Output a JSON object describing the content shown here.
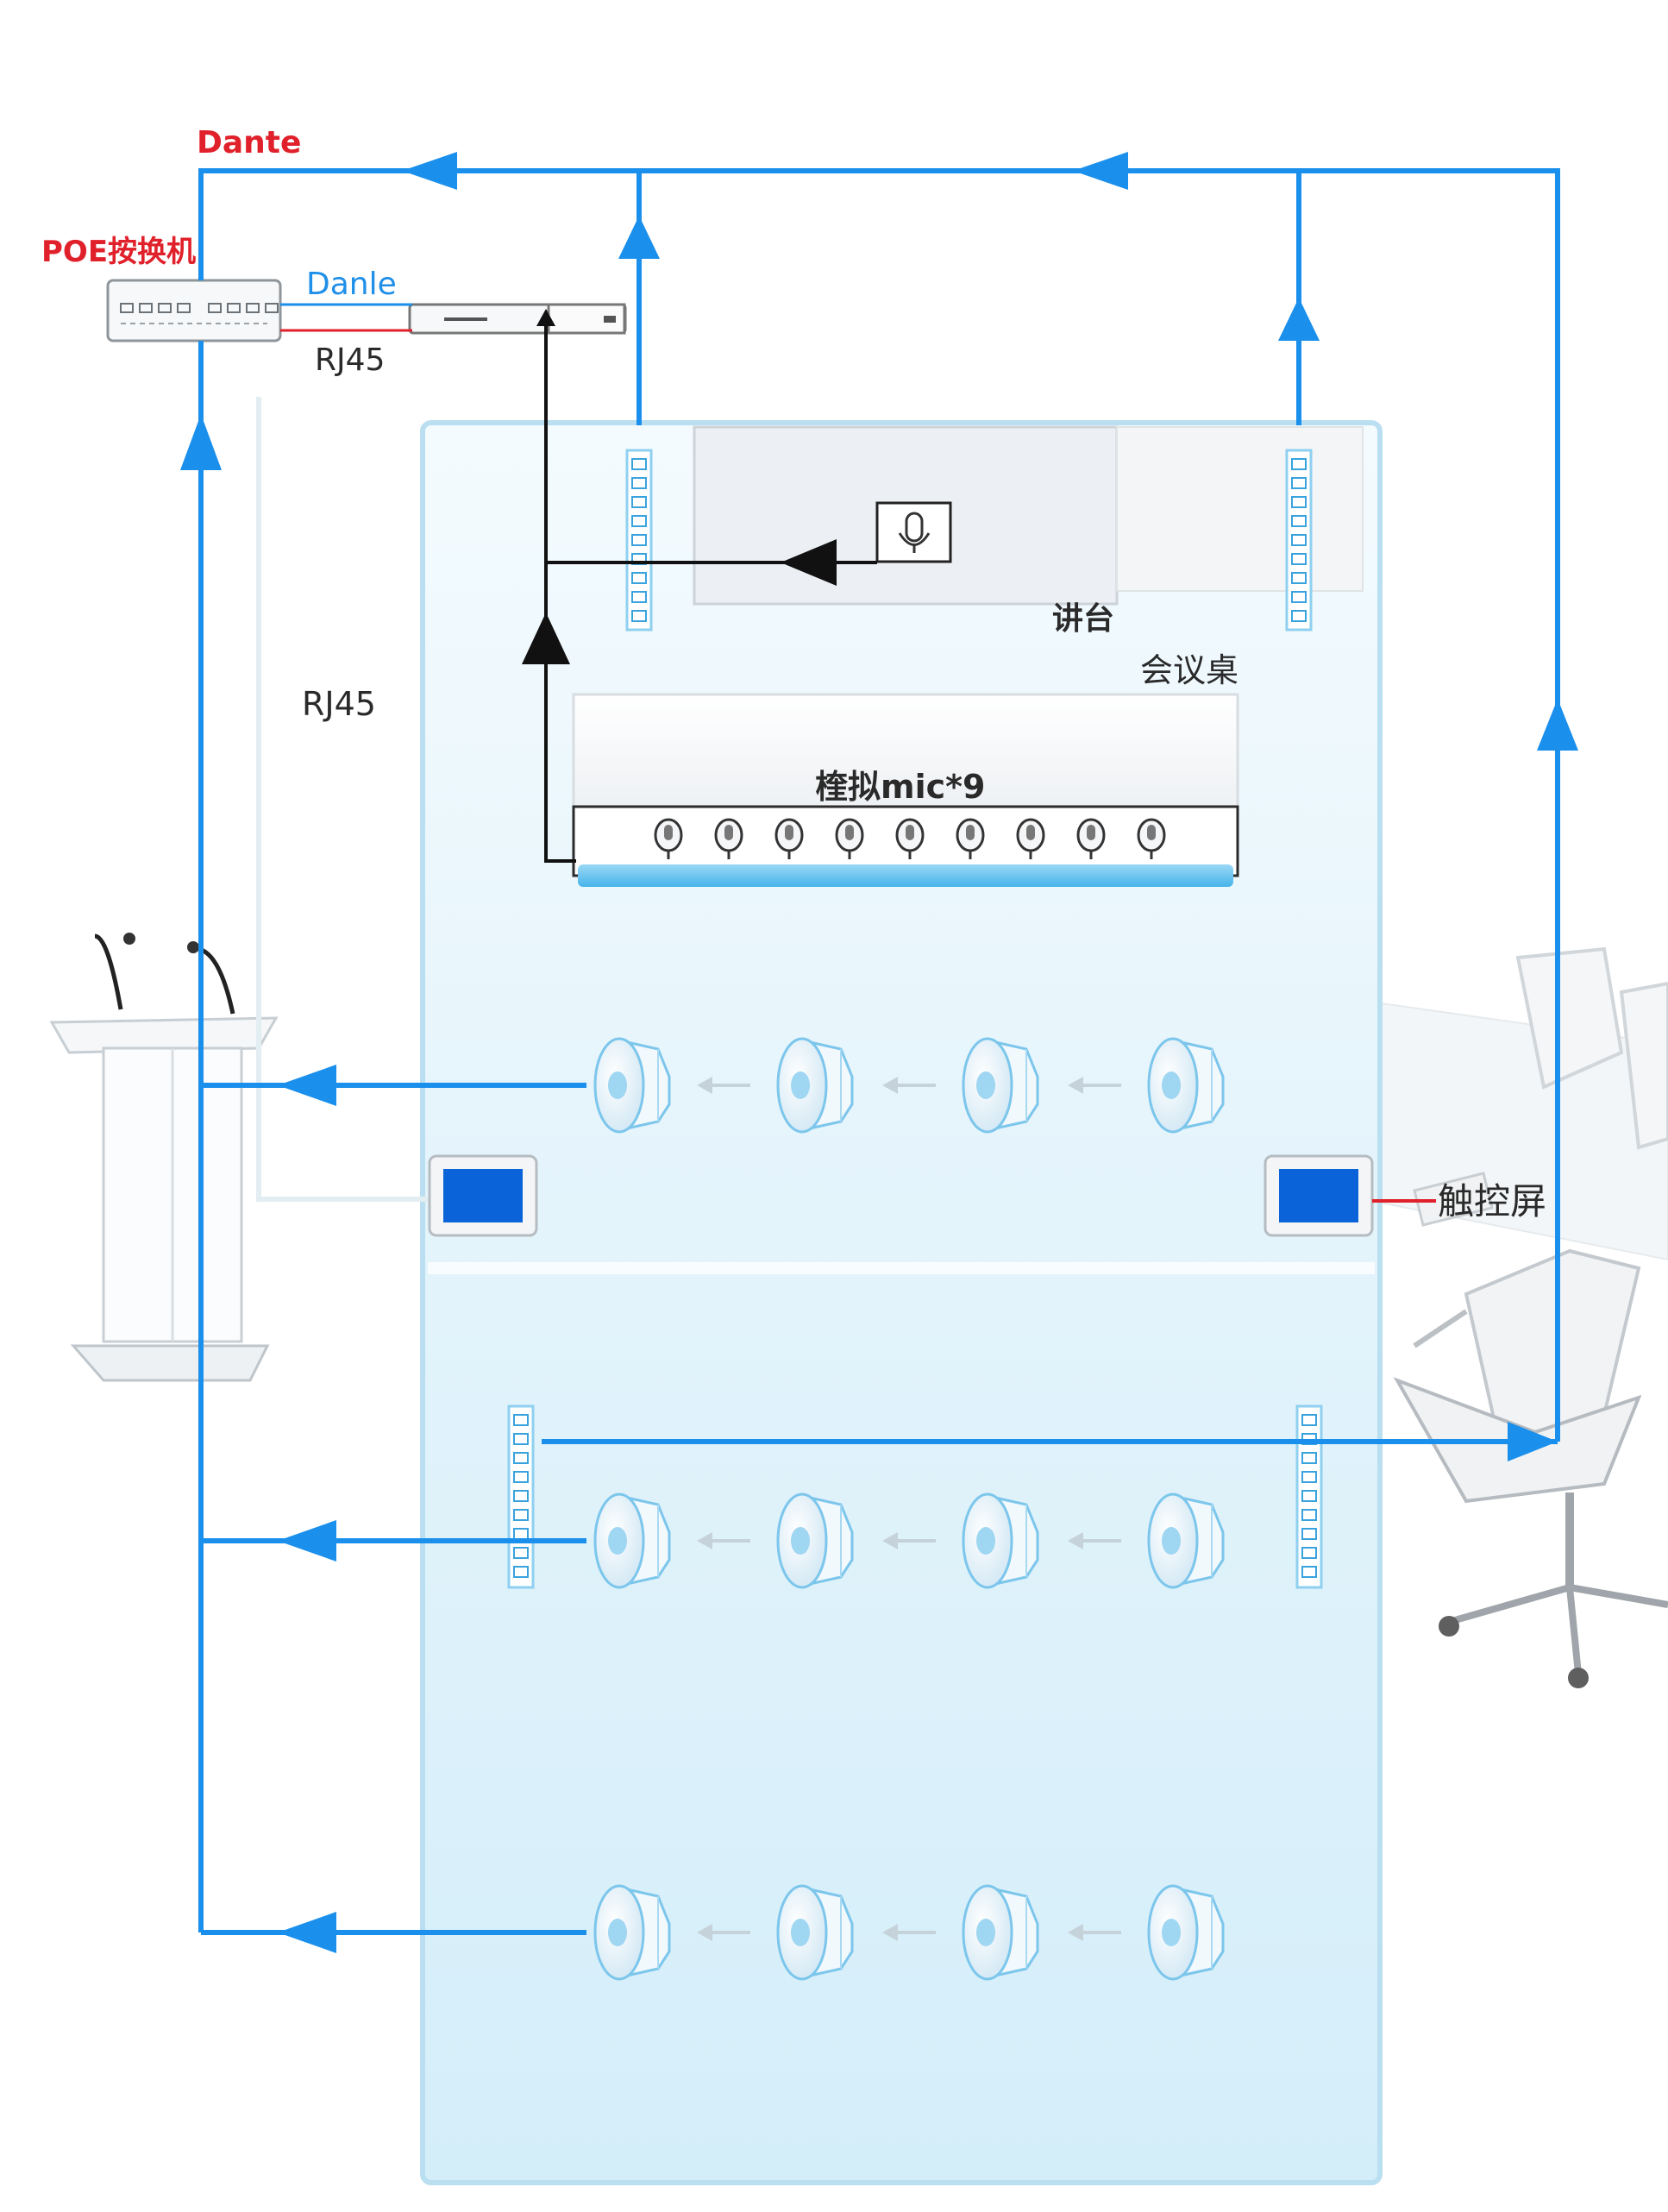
{
  "labels": {
    "dante_top": "Dante",
    "poe_switch": "POE按换机",
    "dante_switch": "Danle",
    "rj45_top": "RJ45",
    "rj45_left": "RJ45",
    "podium": "讲台",
    "conference_table": "会议桌",
    "analog_mic": "楏拟mic*9",
    "touch_screen": "触控屏"
  },
  "colors": {
    "dante_line": "#1a8fec",
    "analog_line": "#111111",
    "rj45_line": "#e0202a",
    "room_glass": "#dff2fb",
    "touch_panel": "#0a63d8"
  },
  "icons": {
    "switch": "poe-switch-icon",
    "processor": "audio-processor-icon",
    "gooseneck_mic": "gooseneck-mic-icon",
    "ceiling_mic": "ceiling-array-mic-icon",
    "touch_panel": "touch-panel-icon",
    "podium": "lectern-icon",
    "chair": "office-chair-icon"
  }
}
